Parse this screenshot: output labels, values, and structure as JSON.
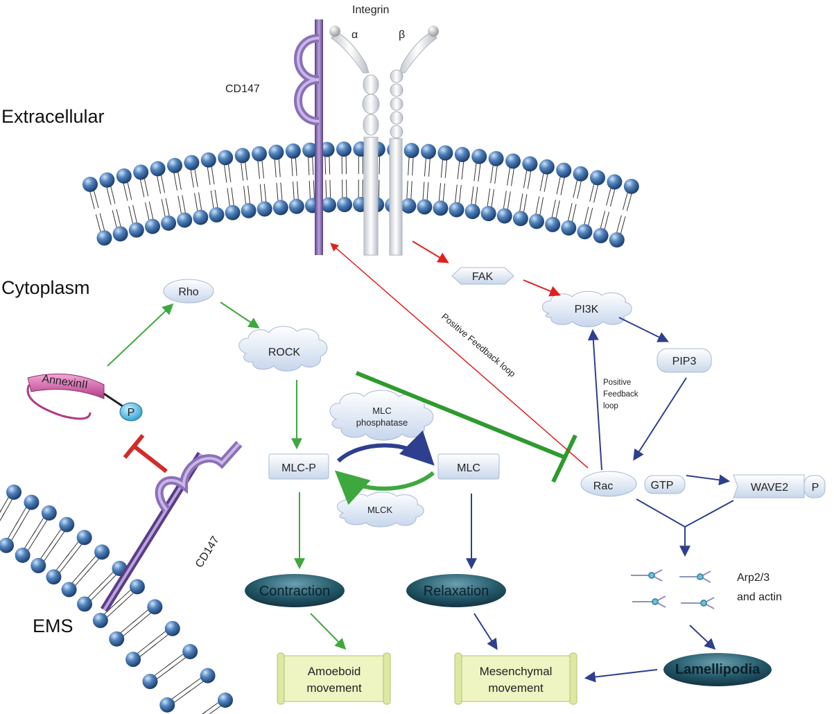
{
  "regions": {
    "extracellular": "Extracellular",
    "cytoplasm": "Cytoplasm",
    "ems": "EMS"
  },
  "receptors": {
    "integrin": "Integrin",
    "alpha": "α",
    "beta": "β",
    "cd147_top": "CD147",
    "cd147_ems": "CD147"
  },
  "nodes": {
    "rho": "Rho",
    "rock": "ROCK",
    "annexin": "AnnexinII",
    "phospho": "P",
    "mlc_phosphatase_1": "MLC",
    "mlc_phosphatase_2": "phosphatase",
    "mlc_p": "MLC-P",
    "mlc": "MLC",
    "mlck": "MLCK",
    "fak": "FAK",
    "pi3k": "PI3K",
    "pip3": "PIP3",
    "rac": "Rac",
    "gtp": "GTP",
    "wave2": "WAVE2",
    "wave2_p": "P",
    "arp_1": "Arp2/3",
    "arp_2": "and actin"
  },
  "outcomes": {
    "contraction": "Contraction",
    "relaxation": "Relaxation",
    "lamellipodia": "Lamellipodia",
    "amoeboid_1": "Amoeboid",
    "amoeboid_2": "movement",
    "mesenchymal_1": "Mesenchymal",
    "mesenchymal_2": "movement"
  },
  "annotations": {
    "feedback_long": "Positive Feedback loop",
    "feedback_1": "Positive",
    "feedback_2": "Feedback",
    "feedback_3": "loop"
  },
  "colors": {
    "green_arrow": "#3ea83e",
    "red_arrow": "#e02020",
    "blue_arrow": "#2e3f8f",
    "inhibit_green": "#2f9a2f",
    "inhibit_red": "#d42a2a",
    "membrane_bead": "#3d6fa8",
    "cd147": "#7d5ca8",
    "oval_dark": "#1f4d5c",
    "scroll_fill": "#eef4c2"
  }
}
